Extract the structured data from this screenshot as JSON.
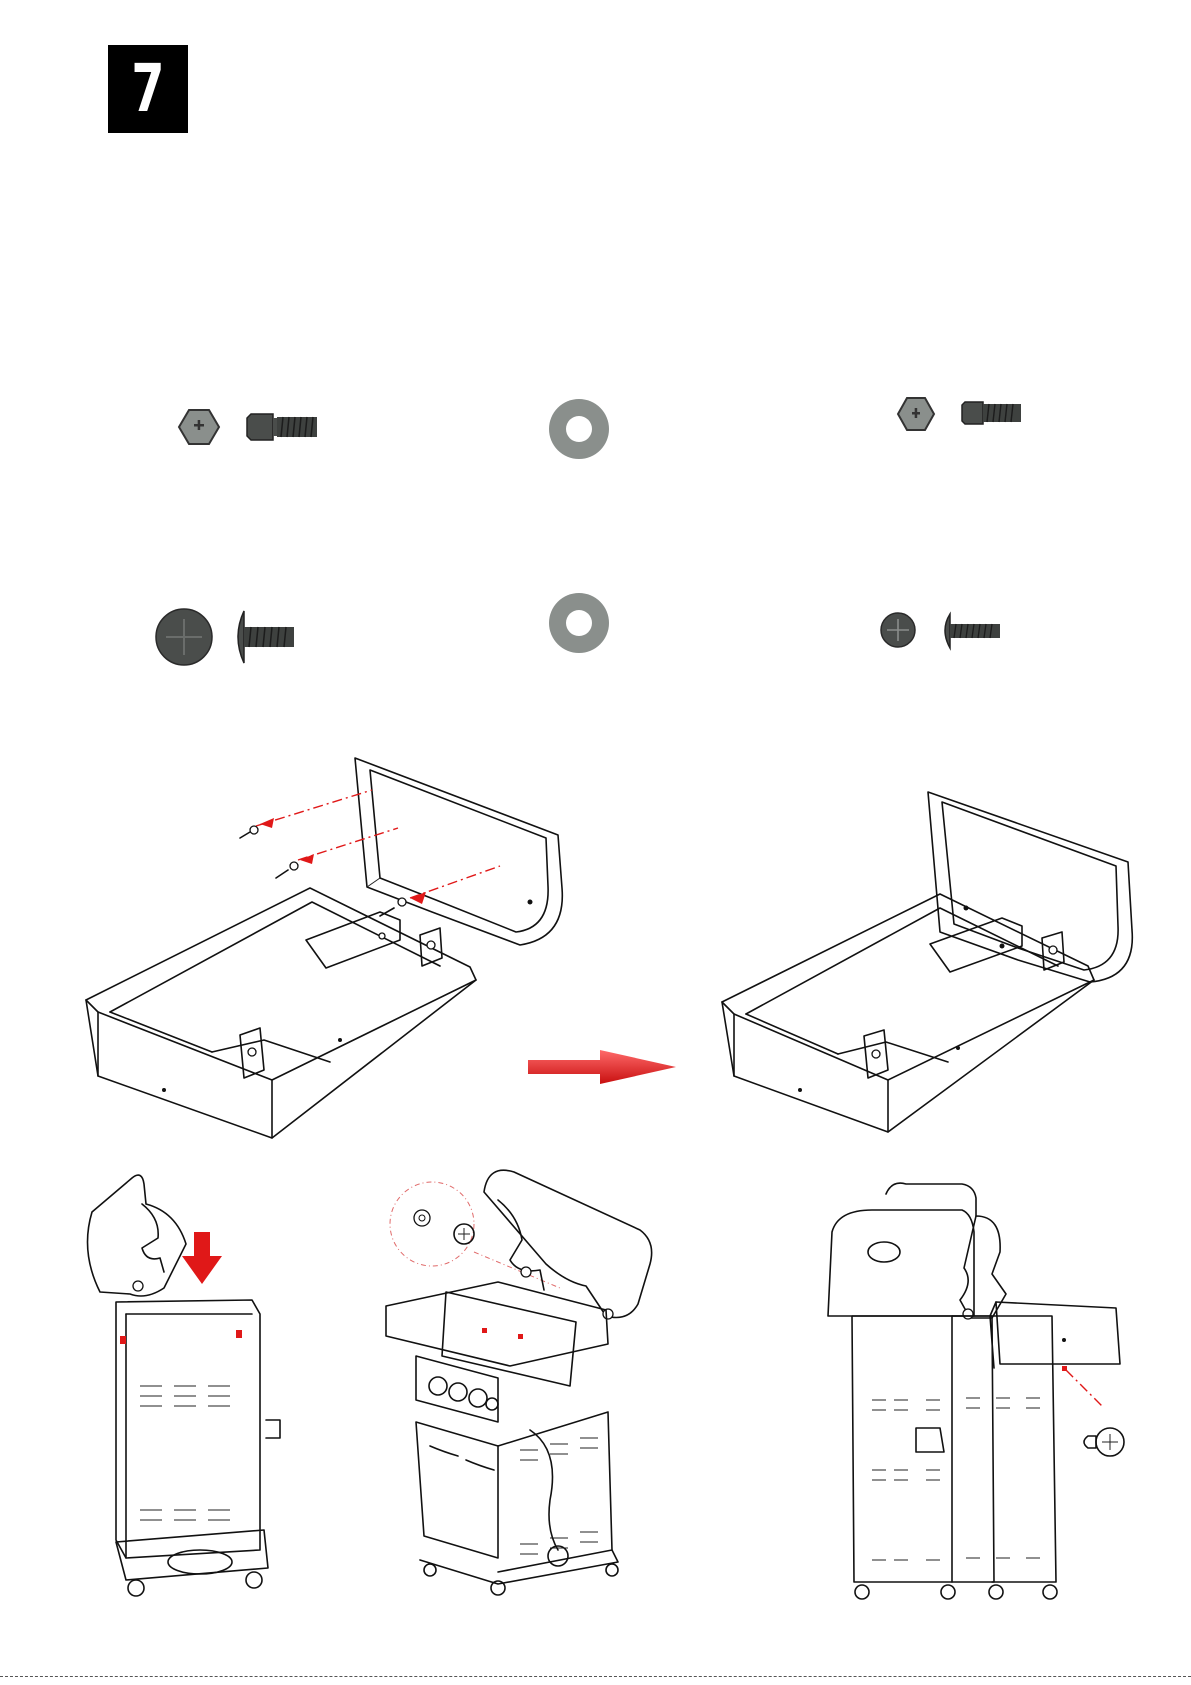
{
  "step": {
    "number": "7"
  },
  "colors": {
    "accent": "#e01818",
    "hardware_gray": "#8a8f8c",
    "hardware_dark": "#4a4d4b"
  },
  "hardware": [
    {
      "name": "hex-bolt",
      "view": "head-and-side"
    },
    {
      "name": "flat-washer"
    },
    {
      "name": "hex-bolt",
      "view": "head-and-side"
    },
    {
      "name": "round-head-screw",
      "view": "head-and-side"
    },
    {
      "name": "flat-washer"
    },
    {
      "name": "round-head-screw",
      "view": "head-and-side"
    }
  ],
  "figures": [
    {
      "name": "side-shelf-exploded"
    },
    {
      "name": "side-shelf-assembled"
    },
    {
      "name": "grill-side-view"
    },
    {
      "name": "grill-front-view-callout"
    },
    {
      "name": "grill-rear-view-callout"
    }
  ]
}
